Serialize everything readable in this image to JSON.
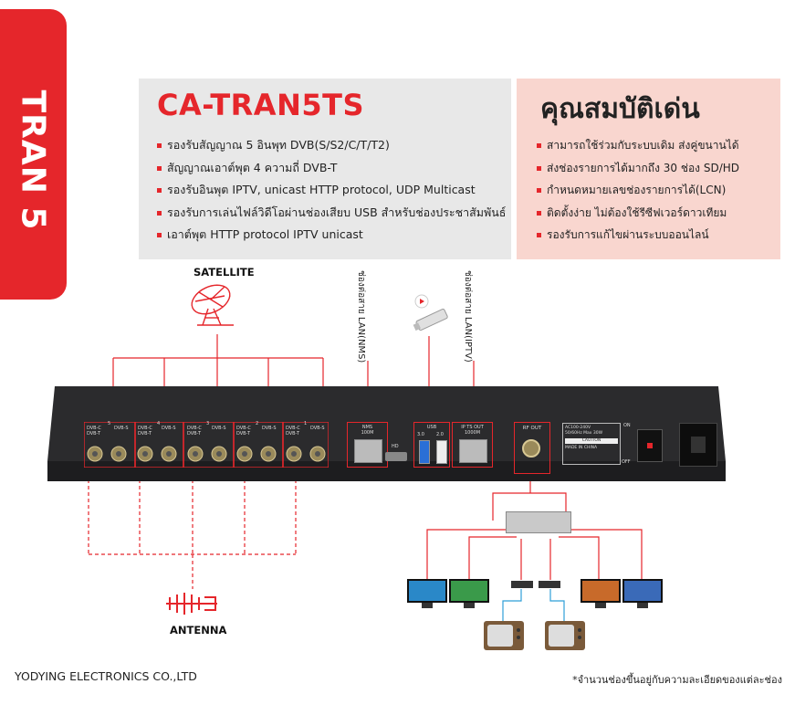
{
  "side_tab": {
    "label": "TRAN 5"
  },
  "product": {
    "model": "CA-TRAN5TS",
    "specs": [
      "รองรับสัญญาณ 5 อินพุท DVB(S/S2/C/T/T2)",
      "สัญญาณเอาต์พุต 4 ความถี่ DVB-T",
      "รองรับอินพุต IPTV, unicast HTTP protocol, UDP Multicast",
      "รองรับการเล่นไฟล์วิดีโอผ่านช่องเสียบ USB สำหรับช่องประชาสัมพันธ์",
      "เอาต์พุต HTTP protocol IPTV unicast"
    ]
  },
  "features": {
    "title": "คุณสมบัติเด่น",
    "items": [
      "สามารถใช้ร่วมกับระบบเดิม ส่งคู่ขนานได้",
      "ส่งช่องรายการได้มากถึง 30 ช่อง SD/HD",
      "กำหนดหมายเลขช่องรายการได้(LCN)",
      "ติดตั้งง่าย ไม่ต้องใช้รีซีฟเวอร์ดาวเทียม",
      "รองรับการแก้ไขผ่านระบบออนไลน์"
    ]
  },
  "diagram": {
    "satellite_label": "SATELLITE",
    "antenna_label": "ANTENNA",
    "lan_nms_label": "ช่องต่อสาย LAN(NMS)",
    "lan_iptv_label": "ช่องต่อสาย LAN(IPTV)",
    "ports": {
      "dvbc": "DVB-C",
      "dvbt": "DVB-T",
      "dvbs": "DVB-S",
      "nms": "NMS",
      "nms_speed": "100M",
      "hd": "HD",
      "usb": "USB",
      "usb3": "3.0",
      "usb2": "2.0",
      "iptv_out": "IP TS OUT",
      "iptv_speed": "1000M",
      "rf_out": "RF OUT",
      "on": "ON",
      "off": "OFF",
      "power": "AC100-240V",
      "power_hz": "50/60Hz Max 30W",
      "caution": "CAUTION",
      "made_in": "MADE IN CHINA"
    },
    "tuner_numbers": [
      "5",
      "4",
      "3",
      "2",
      "1"
    ]
  },
  "footer": {
    "company": "YODYING ELECTRONICS CO.,LTD",
    "note": "*จำนวนช่องขึ้นอยู่กับความละเอียดของแต่ละช่อง"
  },
  "colors": {
    "accent": "#e5262b",
    "panel_grey": "#e8e8e8",
    "panel_pink": "#f9d6cf",
    "cable_blue": "#2f9fd8"
  }
}
